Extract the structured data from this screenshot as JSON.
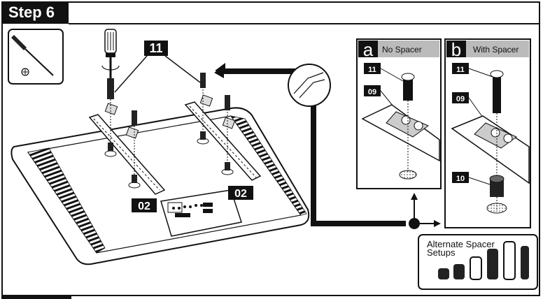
{
  "step_title": "Step 6",
  "callouts": {
    "screw_main": "11",
    "rail_left": "02",
    "rail_right": "02"
  },
  "panel_a": {
    "letter": "a",
    "title": "No Spacer",
    "screw": "11",
    "plate": "09"
  },
  "panel_b": {
    "letter": "b",
    "title": "With Spacer",
    "screw": "11",
    "plate": "09",
    "spacer": "10"
  },
  "alternate": {
    "line1": "Alternate Spacer",
    "line2": "Setups"
  },
  "tool_icon": "phillips-screwdriver-icon"
}
